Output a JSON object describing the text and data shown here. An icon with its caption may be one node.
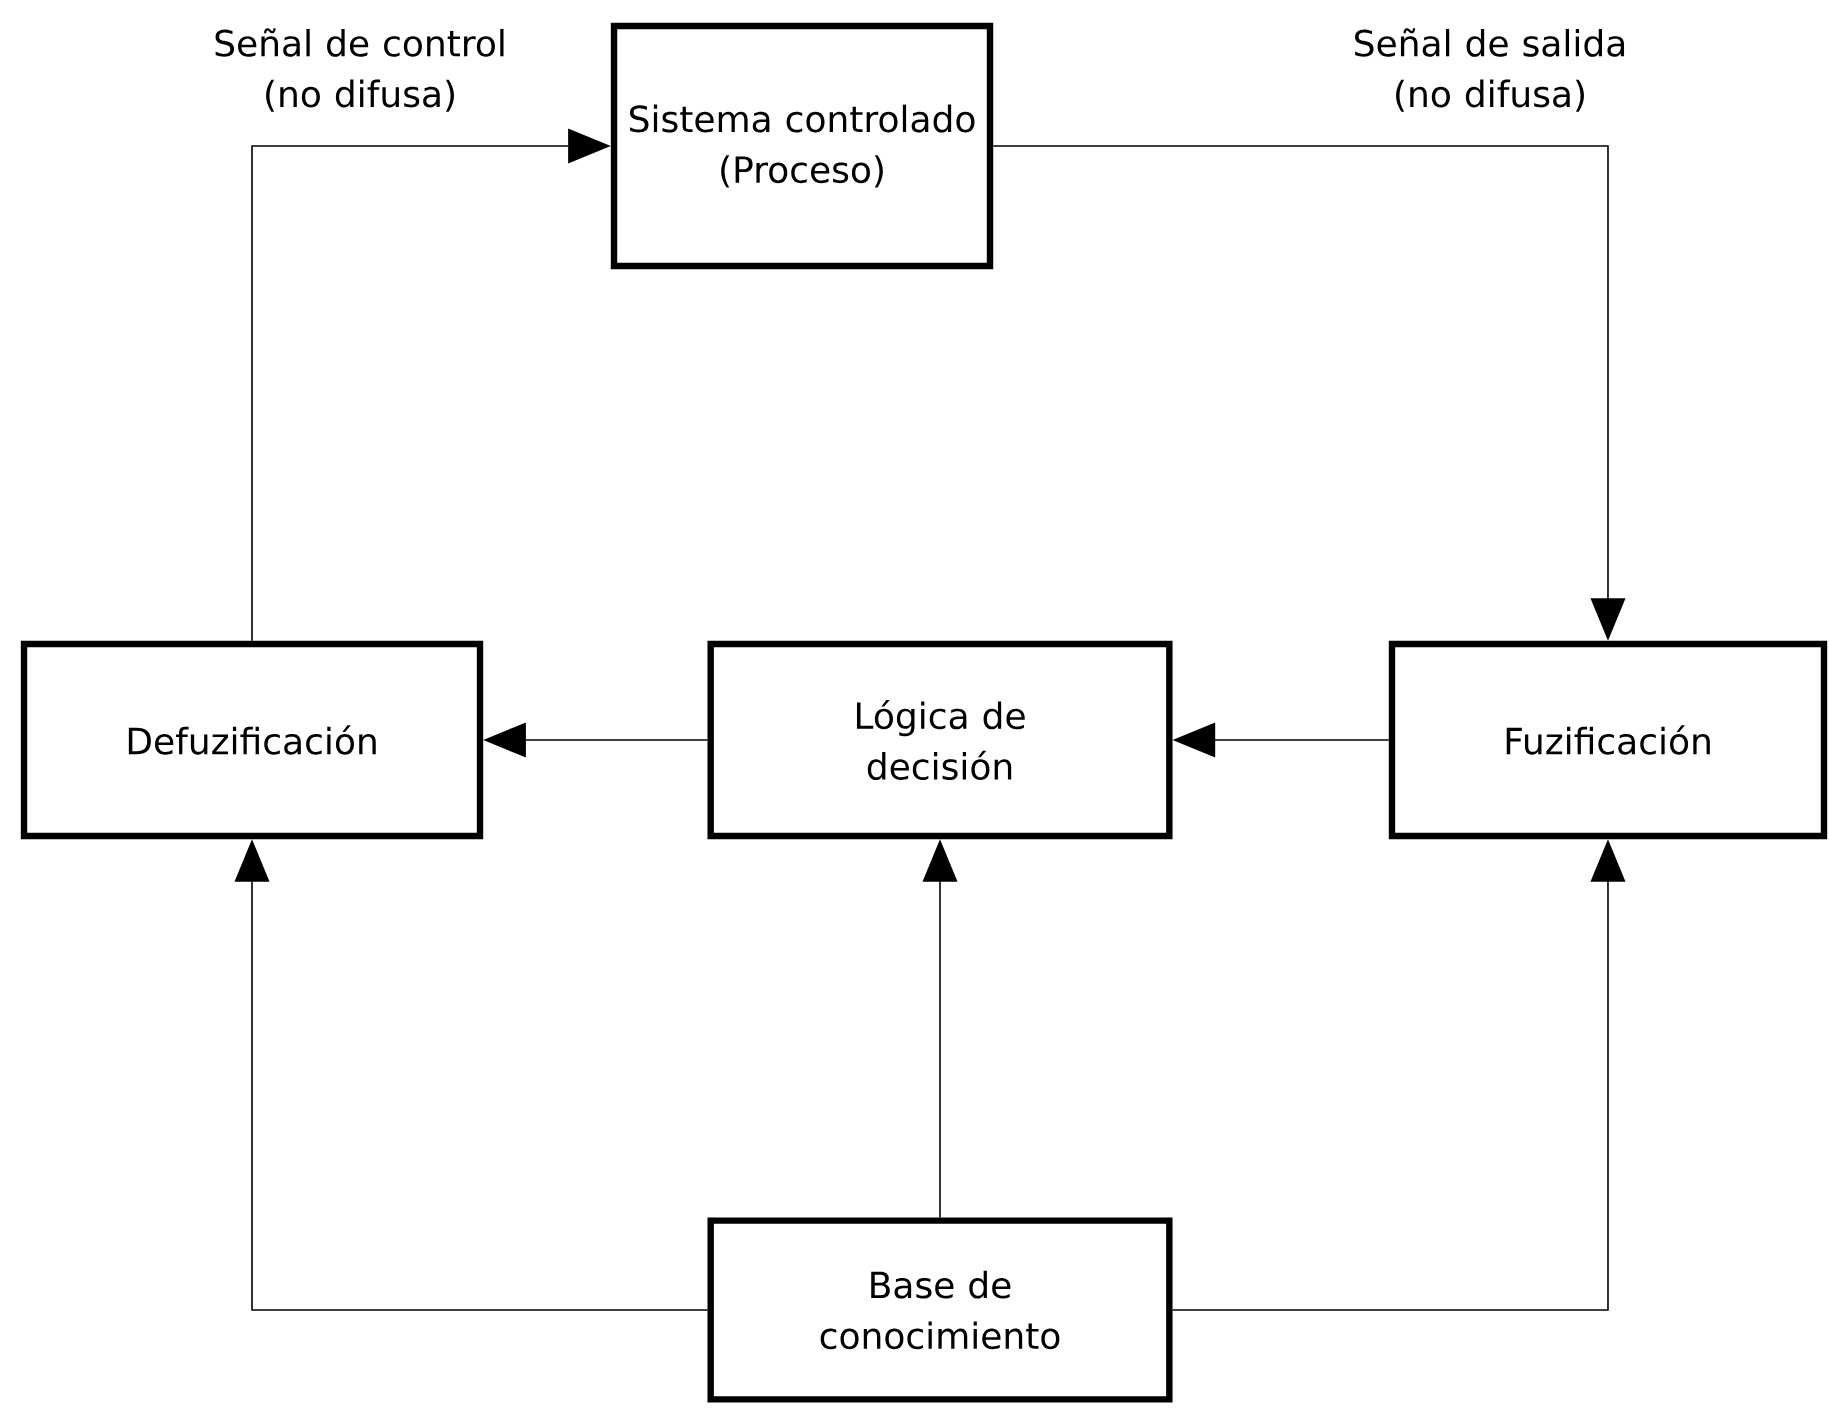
{
  "diagram": {
    "nodes": [
      {
        "text": [
          "Sistema controlado (Proceso)"
        ]
      },
      {
        "text": [
          "Defuzificación"
        ]
      },
      {
        "text": [
          "Lógica de decisión"
        ]
      },
      {
        "text": [
          "Fuzificación"
        ]
      },
      {
        "text": [
          "Base de conocimiento"
        ]
      }
    ],
    "edges": [
      {
        "from": 1,
        "to": 0,
        "arrow": "to",
        "label": "Señal de control (no difusa)"
      },
      {
        "from": 0,
        "to": 3,
        "arrow": "to",
        "label": "Señal de salida (no difusa)"
      },
      {
        "from": 3,
        "to": 2,
        "arrow": "to"
      },
      {
        "from": 2,
        "to": 1,
        "arrow": "to"
      },
      {
        "from": 4,
        "to": 1,
        "arrow": "to"
      },
      {
        "from": 4,
        "to": 2,
        "arrow": "to"
      },
      {
        "from": 4,
        "to": 3,
        "arrow": "to"
      }
    ]
  }
}
